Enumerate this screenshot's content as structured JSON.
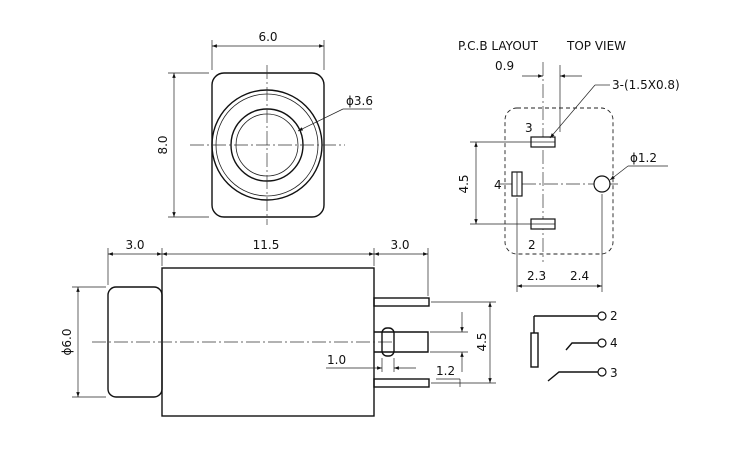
{
  "front_view": {
    "width_dim": "6.0",
    "height_dim": "8.0",
    "hole_dim": "ϕ3.6"
  },
  "pcb_layout": {
    "title": "P.C.B LAYOUT",
    "view_label": "TOP VIEW",
    "offset_dim": "0.9",
    "slot_dim": "3-(1.5X0.8)",
    "hole_dim": "ϕ1.2",
    "pitch_dim": "4.5",
    "left_dim": "2.3",
    "right_dim": "2.4",
    "pin_labels": [
      "3",
      "4",
      "2"
    ]
  },
  "side_view": {
    "left_dim": "3.0",
    "body_dim": "11.5",
    "right_dim": "3.0",
    "diameter_dim": "ϕ6.0",
    "pin_pitch_dim": "4.5",
    "pin_offset_dim": "1.0",
    "pin_end_dim": "1.2"
  },
  "schematic": {
    "terminals": [
      "2",
      "4",
      "3"
    ]
  }
}
